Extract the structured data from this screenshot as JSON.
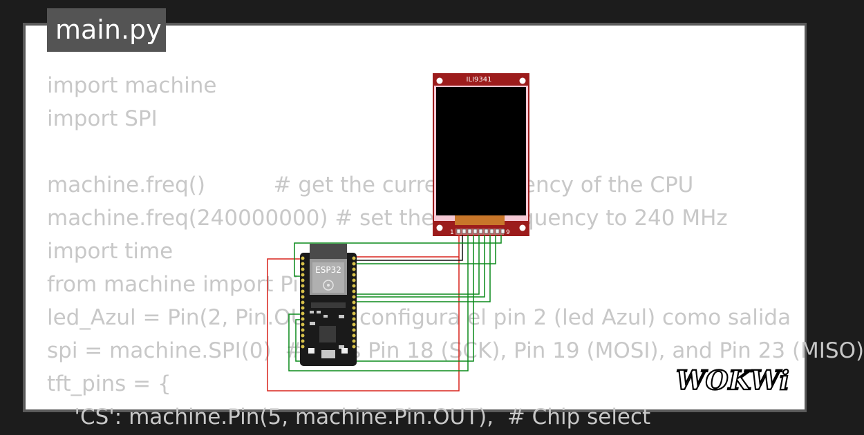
{
  "file_tab": {
    "label": "main.py"
  },
  "code_lines": [
    "import machine",
    "import SPI",
    "",
    "machine.freq()          # get the current frequency of the CPU",
    "machine.freq(240000000) # set the CPU frequency to 240 MHz",
    "import time",
    "from machine import Pin",
    "led_Azul = Pin(2, Pin.OUT) # configura el pin 2 (led Azul) como salida",
    "spi = machine.SPI(0)  # Uses Pin 18 (SCK), Pin 19 (MOSI), and Pin 23 (MISO)",
    "tft_pins = {",
    "    'CS': machine.Pin(5, machine.Pin.OUT),  # Chip select"
  ],
  "display": {
    "model_label": "ILI9341",
    "pin_start_label": "1",
    "pin_end_label": "9"
  },
  "board": {
    "module_label": "ESP32"
  },
  "logo": {
    "text": "WOKWi"
  },
  "colors": {
    "background": "#1c1c1c",
    "card": "#ffffff",
    "tab": "#545454",
    "code_text": "#c8c8c8",
    "display_pcb": "#9c1c1c",
    "wire_green": "#0a8a1a",
    "wire_red": "#d8231c",
    "wire_black": "#111111",
    "board": "#1a1a1a",
    "module": "#9a9a9a"
  },
  "icons": [
    "espressif-icon",
    "usb-port-icon",
    "mounting-hole-icon"
  ]
}
